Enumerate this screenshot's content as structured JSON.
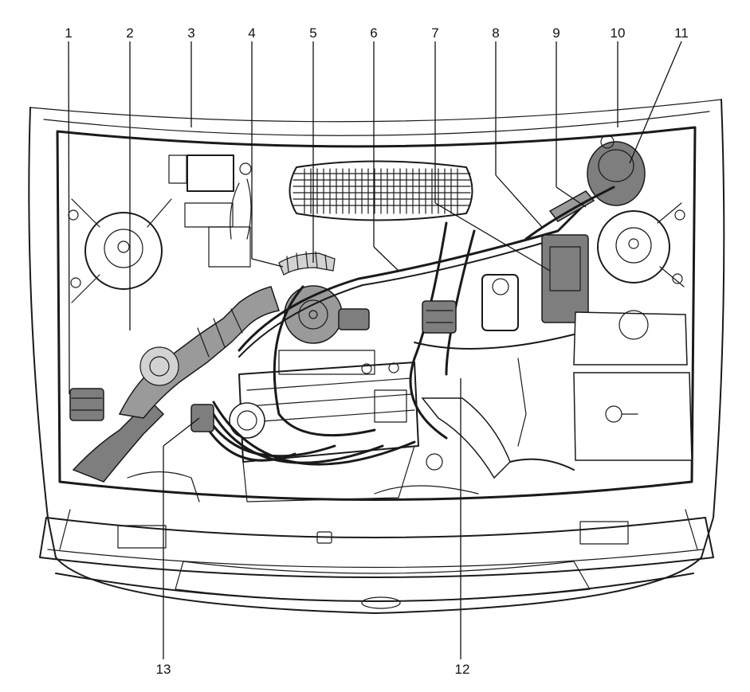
{
  "callouts": {
    "c1": "1",
    "c2": "2",
    "c3": "3",
    "c4": "4",
    "c5": "5",
    "c6": "6",
    "c7": "7",
    "c8": "8",
    "c9": "9",
    "c10": "10",
    "c11": "11",
    "c12": "12",
    "c13": "13"
  },
  "colors": {
    "ink": "#1a1a1a",
    "hose_shade": "#9a9a9a",
    "background": "#ffffff"
  }
}
